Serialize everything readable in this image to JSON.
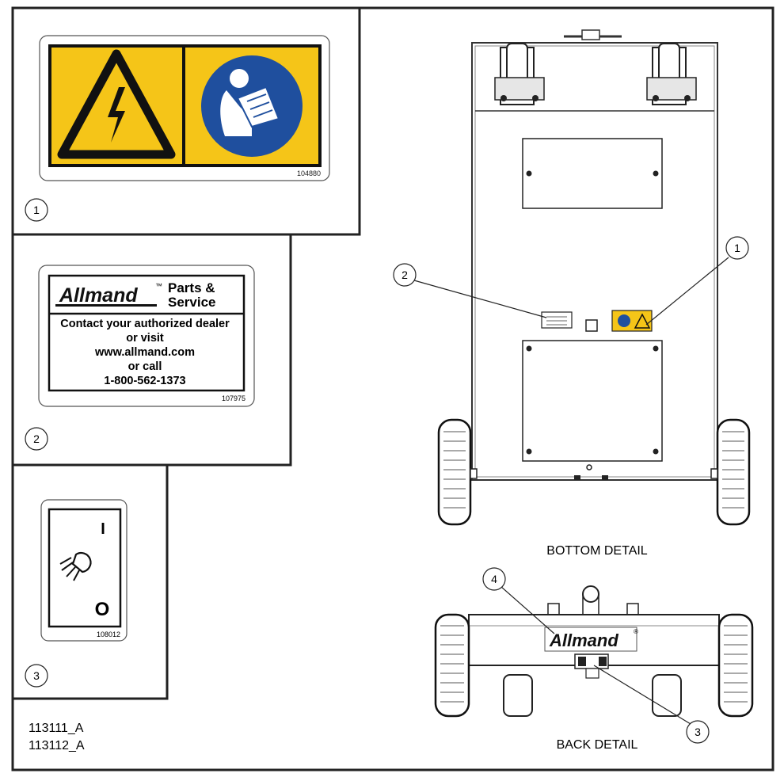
{
  "decal_1": {
    "callout": "1",
    "part_number": "104880",
    "icons": [
      "electric-shock-warning-icon",
      "read-manual-icon"
    ],
    "colors": {
      "background": "#f5c518",
      "blue": "#1f4f9e",
      "black": "#111111"
    }
  },
  "decal_2": {
    "callout": "2",
    "brand": "Allmand",
    "trademark": "™",
    "heading_line1": "Parts &",
    "heading_line2": "Service",
    "body_lines": [
      "Contact your authorized dealer",
      "or visit",
      "www.allmand.com",
      "or call",
      "1-800-562-1373"
    ],
    "part_number": "107975"
  },
  "decal_3": {
    "callout": "3",
    "switch_on_symbol": "I",
    "switch_off_symbol": "O",
    "icons": [
      "work-light-icon"
    ],
    "part_number": "108012"
  },
  "drawing_numbers": [
    "113111_A",
    "113112_A"
  ],
  "bottom_detail": {
    "caption": "BOTTOM DETAIL",
    "callouts": [
      "1",
      "2"
    ]
  },
  "back_detail": {
    "caption": "BACK DETAIL",
    "brand": "Allmand",
    "registered": "®",
    "callouts": [
      "3",
      "4"
    ]
  }
}
